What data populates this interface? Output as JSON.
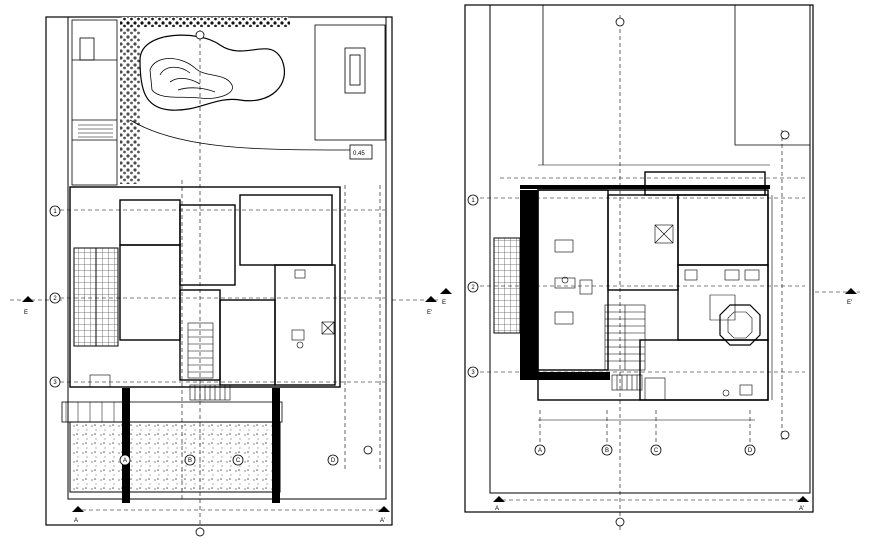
{
  "drawing": {
    "left_plan": {
      "grid_rows": [
        "1",
        "2",
        "3"
      ],
      "grid_columns": [
        "A",
        "B",
        "C",
        "D"
      ],
      "section_marks": {
        "left": "E",
        "right": "E'",
        "bottom_left": "A",
        "bottom_right": "A'"
      },
      "level_tag": "0.45"
    },
    "right_plan": {
      "grid_rows": [
        "1",
        "2",
        "3"
      ],
      "grid_columns": [
        "A",
        "B",
        "C",
        "D"
      ],
      "section_marks": {
        "left": "E",
        "right": "E'",
        "bottom_left": "A",
        "bottom_right": "A'"
      }
    },
    "colors": {
      "ink": "#000000",
      "paper": "#ffffff",
      "hatch": "#555555",
      "pool_water": "#ffffff",
      "planting": "#1a1a1a"
    }
  }
}
